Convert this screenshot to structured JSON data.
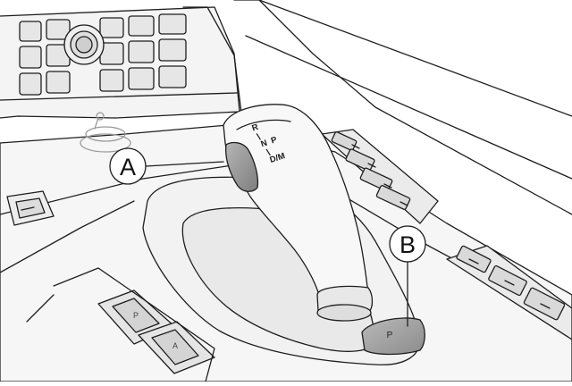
{
  "callouts": [
    {
      "id": "A",
      "label": "A"
    },
    {
      "id": "B",
      "label": "B"
    }
  ],
  "gear_indicator": {
    "r": "R",
    "n": "N",
    "p": "P",
    "dm": "D/M"
  },
  "park_button": {
    "label": "P"
  },
  "switch_symbols": {
    "left": "P",
    "right": "A"
  },
  "colors": {
    "line": "#1e1e1e",
    "light_fill": "#f5f5f5",
    "panel_fill": "#ececec",
    "button_fill": "#a8a8a8",
    "unlock_button_fill": "#9a9a9a"
  }
}
